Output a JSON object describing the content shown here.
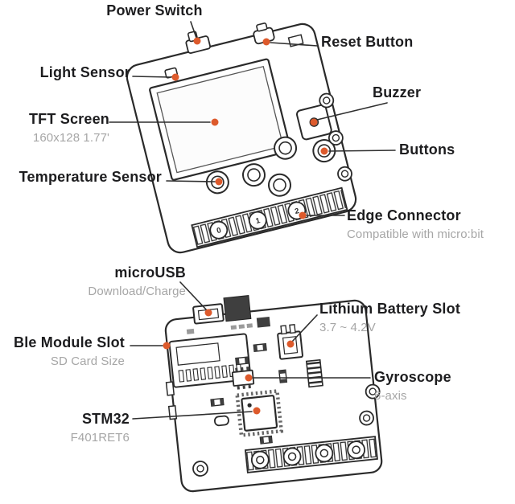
{
  "colors": {
    "accent_dot": "#dd5a2c",
    "label_text": "#1d1d1f",
    "muted_text": "#a6a6a6",
    "callout_line": "#2f2f2f",
    "board_outline": "#2a2a2a"
  },
  "front_board": {
    "pins": [
      "0",
      "1",
      "2"
    ],
    "callouts": {
      "power_switch": {
        "label": "Power Switch"
      },
      "reset_button": {
        "label": "Reset Button"
      },
      "light_sensor": {
        "label": "Light Sensor"
      },
      "tft_screen": {
        "label": "TFT Screen",
        "sub": "160x128 1.77'"
      },
      "buzzer": {
        "label": "Buzzer"
      },
      "buttons": {
        "label": "Buttons"
      },
      "temperature_sensor": {
        "label": "Temperature Sensor"
      },
      "edge_connector": {
        "label": "Edge Connector",
        "sub": "Compatible with micro:bit"
      }
    }
  },
  "back_board": {
    "callouts": {
      "microusb": {
        "label": "microUSB",
        "sub": "Download/Charge"
      },
      "lithium_battery_slot": {
        "label": "Lithium Battery Slot",
        "sub": "3.7 ~ 4.2V"
      },
      "ble_module_slot": {
        "label": "Ble Module Slot",
        "sub": "SD Card Size"
      },
      "gyroscope": {
        "label": "Gyroscope",
        "sub": "6-axis"
      },
      "stm32": {
        "label": "STM32",
        "sub": "F401RET6"
      }
    }
  }
}
